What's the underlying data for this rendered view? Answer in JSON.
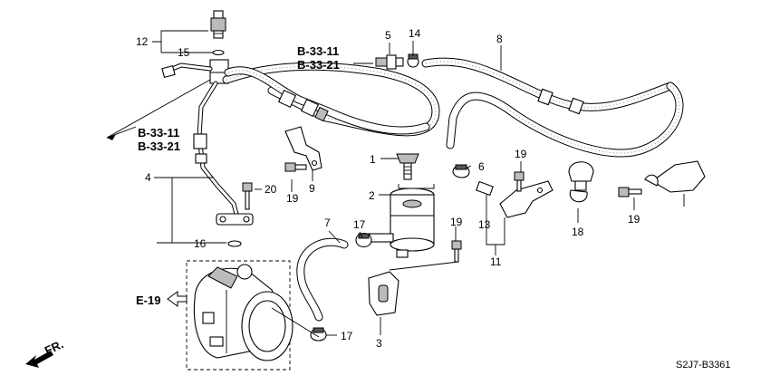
{
  "diagram": {
    "part_numbers": {
      "p1": "1",
      "p2": "2",
      "p3": "3",
      "p4": "4",
      "p5": "5",
      "p6": "6",
      "p7": "7",
      "p8": "8",
      "p9": "9",
      "p11": "11",
      "p12": "12",
      "p13": "13",
      "p14": "14",
      "p15": "15",
      "p16": "16",
      "p17a": "17",
      "p17b": "17",
      "p18": "18",
      "p19a": "19",
      "p19b": "19",
      "p19c": "19",
      "p19d": "19",
      "p20": "20"
    },
    "references": {
      "top_b3311": "B-33-11",
      "top_b3321": "B-33-21",
      "left_b3311": "B-33-11",
      "left_b3321": "B-33-21",
      "e19": "E-19"
    },
    "direction_label": "FR.",
    "diagram_code": "S2J7-B3361"
  }
}
